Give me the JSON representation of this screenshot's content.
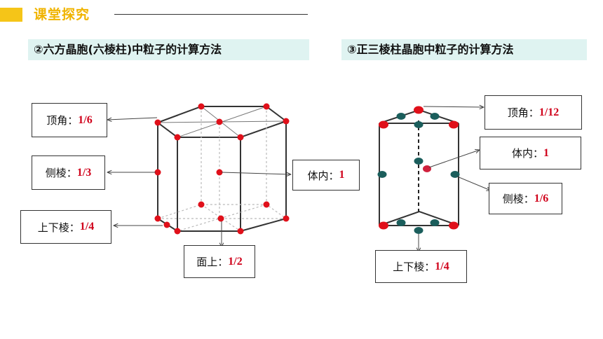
{
  "header": {
    "title": "课堂探究"
  },
  "sections": {
    "left_title": "②六方晶胞(六棱柱)中粒子的计算方法",
    "right_title": "③正三棱柱晶胞中粒子的计算方法"
  },
  "hexagonal": {
    "labels": {
      "vertex": {
        "text": "顶角：",
        "value": "1/6"
      },
      "side_edge": {
        "text": "侧棱：",
        "value": "1/3"
      },
      "top_bottom_edge": {
        "text": "上下棱：",
        "value": "1/4"
      },
      "face": {
        "text": "面上：",
        "value": "1/2"
      },
      "body": {
        "text": "体内：",
        "value": "1"
      }
    }
  },
  "triangular": {
    "labels": {
      "vertex": {
        "text": "顶角：",
        "value": "1/12"
      },
      "body": {
        "text": "体内：",
        "value": "1"
      },
      "side_edge": {
        "text": "侧棱：",
        "value": "1/6"
      },
      "top_bottom_edge": {
        "text": "上下棱：",
        "value": "1/4"
      }
    }
  },
  "colors": {
    "red_atom": "#e0101a",
    "teal_atom": "#1b5e5c",
    "accent": "#f5c518",
    "section_bg": "#dff3f1",
    "value_text": "#d0021b"
  }
}
